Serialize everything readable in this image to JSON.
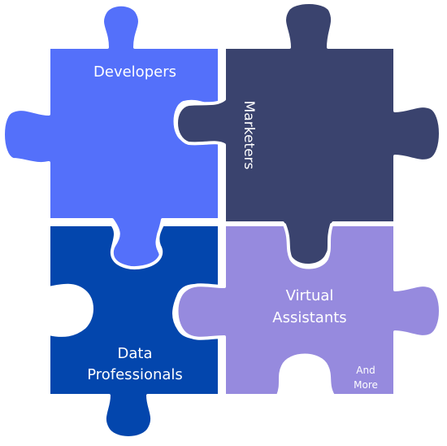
{
  "colors": {
    "developers": "#5470fa",
    "marketers": "#3a436e",
    "data_professionals": "#0346ad",
    "virtual_assistants": "#968ade",
    "text": "#ffffff"
  },
  "pieces": {
    "developers": {
      "label": "Developers"
    },
    "marketers": {
      "label": "Marketers"
    },
    "data_professionals": {
      "line1": "Data",
      "line2": "Professionals"
    },
    "virtual_assistants": {
      "line1": "Virtual",
      "line2": "Assistants",
      "extra_line1": "And",
      "extra_line2": "More"
    }
  }
}
